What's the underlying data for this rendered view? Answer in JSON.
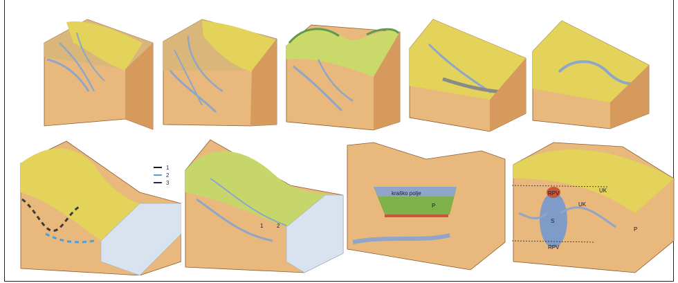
{
  "diagram": {
    "legend": {
      "items": [
        "1",
        "2",
        "3"
      ]
    },
    "labels": {
      "valley_numbers": [
        "1",
        "2"
      ],
      "polje": "kraško polje",
      "polje_p": "P",
      "cave": {
        "rpv_top": "RPV",
        "s": "S",
        "uk_left": "UK",
        "uk_right": "UK",
        "rpv_bottom": "RPV",
        "p": "P"
      }
    },
    "colors": {
      "soil": "#e8b87c",
      "soil_shadow": "#d69a5c",
      "grass_yellow": "#e3d35a",
      "grass_green": "#9cc25a",
      "water": "#8fa6c8",
      "lake": "#d9e3ef",
      "cave_blue": "#7f9cc8",
      "red": "#c9553a"
    }
  }
}
